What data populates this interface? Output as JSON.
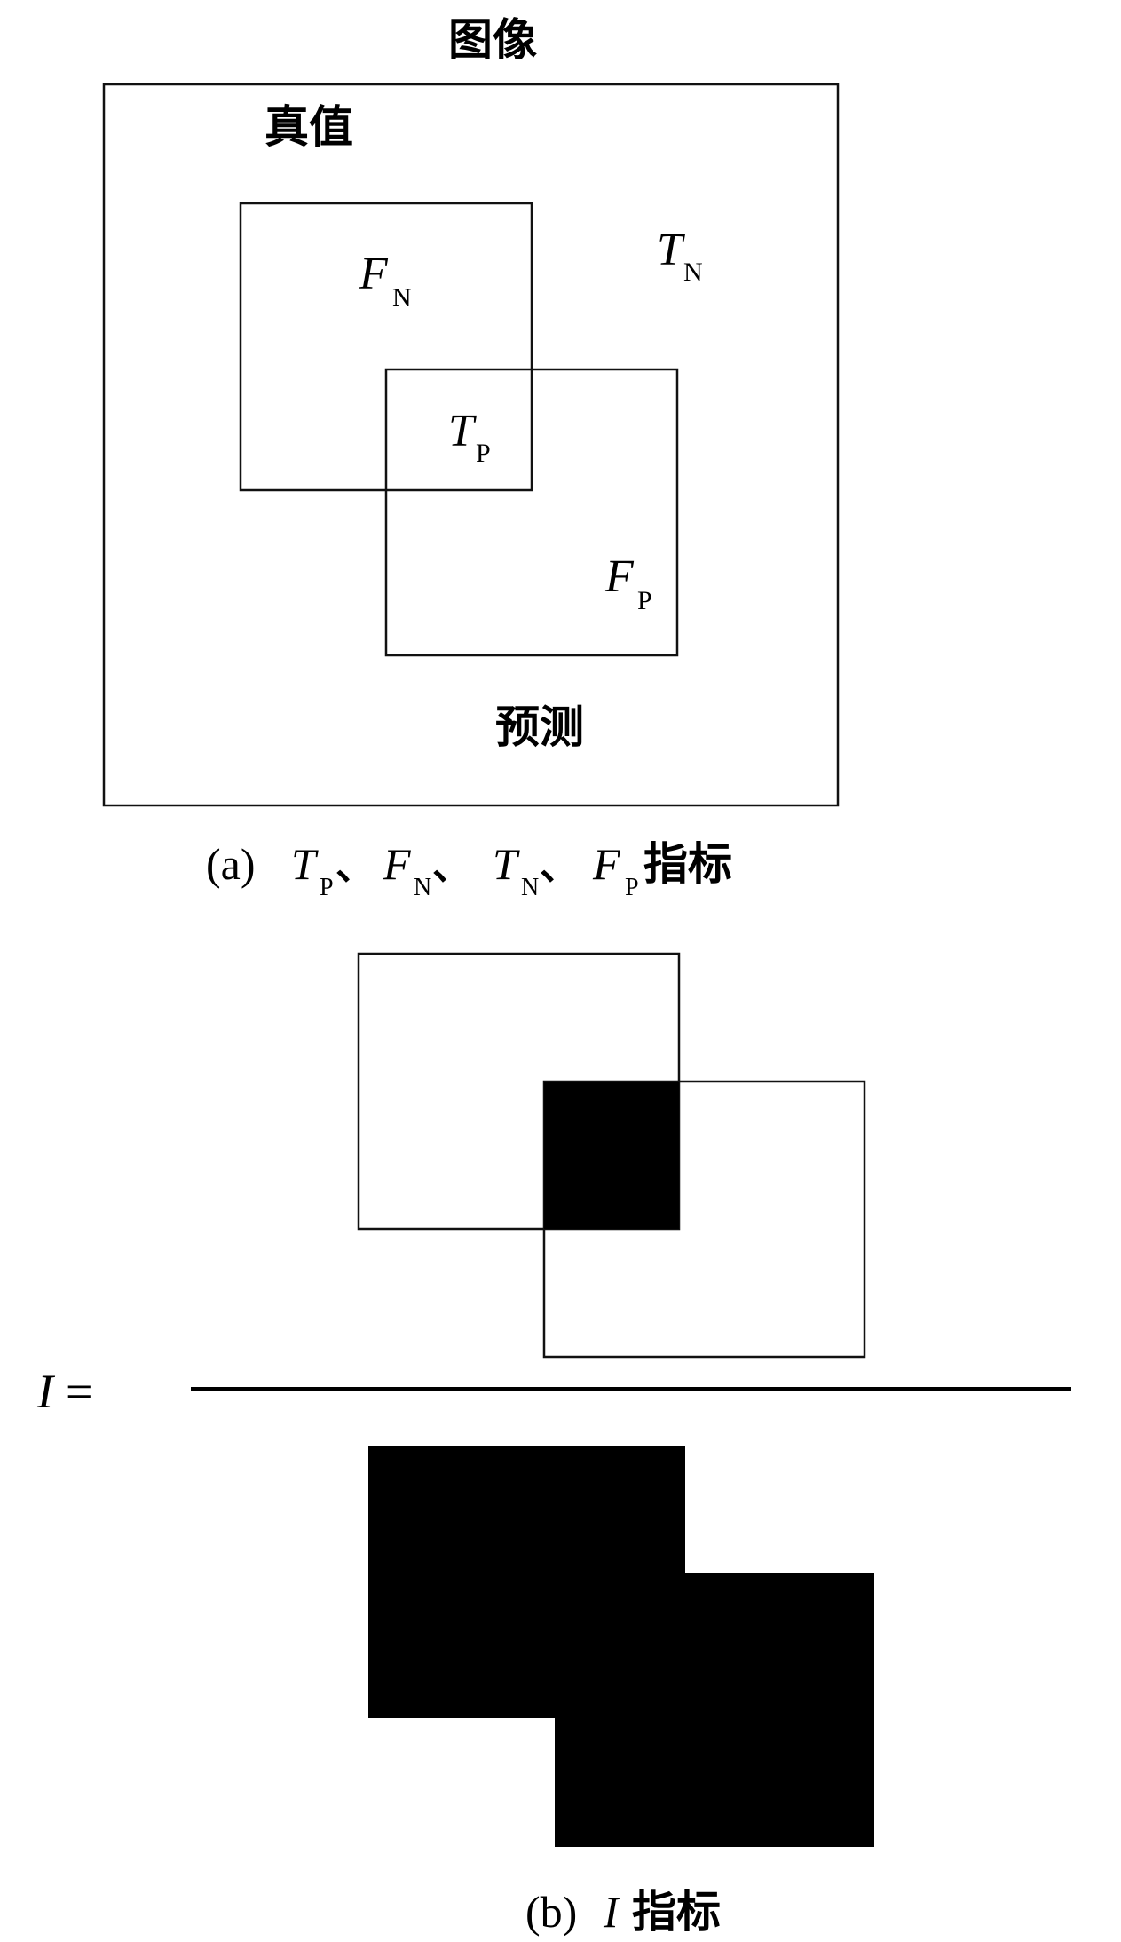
{
  "panel_a": {
    "title": "图像",
    "truth_label": "真值",
    "prediction_label": "预测",
    "tn": {
      "main": "T",
      "sub": "N"
    },
    "fn": {
      "main": "F",
      "sub": "N"
    },
    "tp": {
      "main": "T",
      "sub": "P"
    },
    "fp": {
      "main": "F",
      "sub": "P"
    },
    "caption": {
      "prefix": "(a)",
      "items": [
        {
          "main": "T",
          "sub": "P"
        },
        {
          "main": "F",
          "sub": "N"
        },
        {
          "main": "T",
          "sub": "N"
        },
        {
          "main": "F",
          "sub": "P"
        }
      ],
      "separator": "、",
      "suffix": "指标"
    }
  },
  "panel_b": {
    "lhs_var": "I",
    "lhs_eq": "=",
    "caption": {
      "prefix": "(b)",
      "var": "I",
      "suffix": "指标"
    }
  }
}
